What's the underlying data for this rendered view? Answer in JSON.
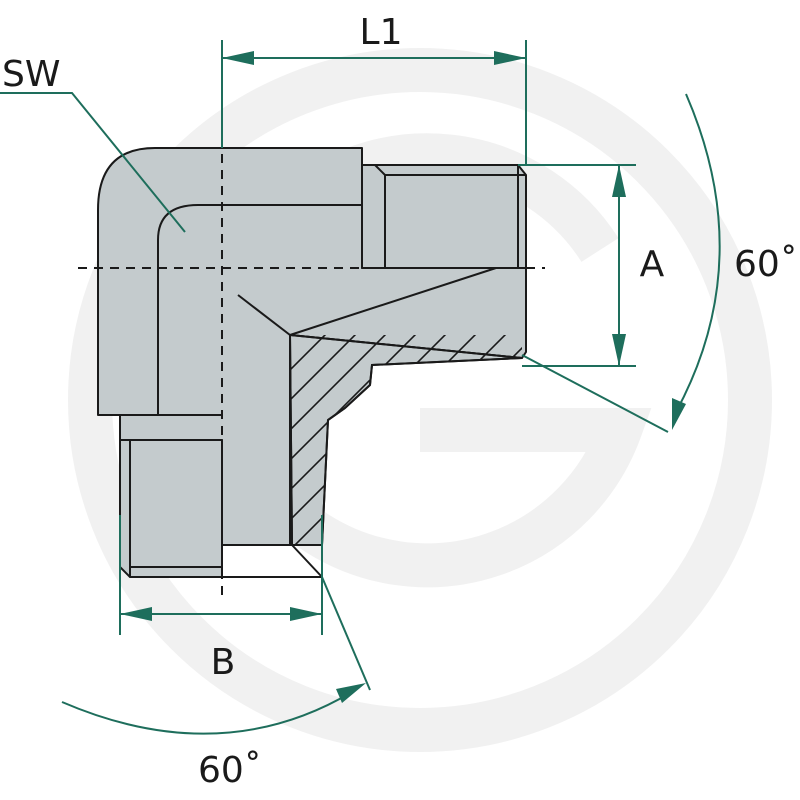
{
  "labels": {
    "sw": "SW",
    "l1": "L1",
    "a": "A",
    "b": "B",
    "angle_right": "60˚",
    "angle_bottom": "60˚"
  },
  "colors": {
    "body": "#c4cbcd",
    "outline": "#1a1a1a",
    "dimension": "#1e6e5c",
    "watermark": "#f1f1f1"
  }
}
